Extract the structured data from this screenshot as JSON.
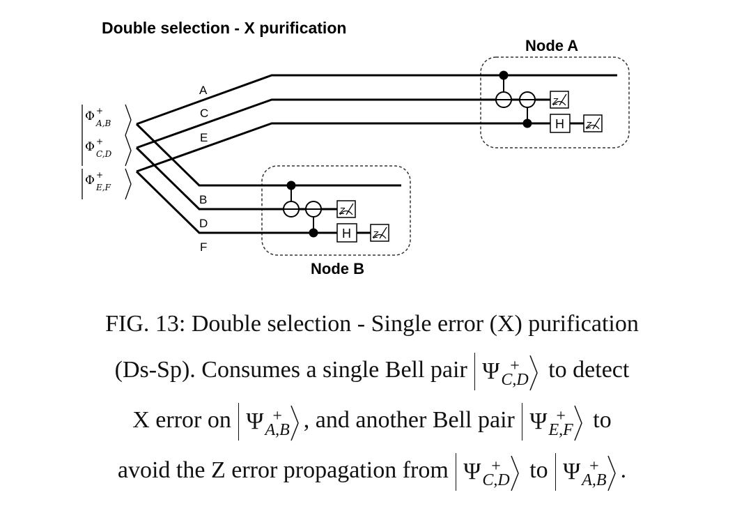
{
  "diagram": {
    "title": "Double selection -  X purification",
    "node_a_label": "Node A",
    "node_b_label": "Node B",
    "wire_labels": [
      "A",
      "C",
      "E",
      "B",
      "D",
      "F"
    ],
    "bell_pairs": [
      {
        "symbol": "Φ",
        "sup": "+",
        "sub": "A,B"
      },
      {
        "symbol": "Φ",
        "sup": "+",
        "sub": "C,D"
      },
      {
        "symbol": "Φ",
        "sup": "+",
        "sub": "E,F"
      }
    ],
    "gate_h": "H",
    "measure_basis": "Z"
  },
  "caption": {
    "line1": "FIG. 13: Double selection - Single error (X) purification",
    "line2_a": "(Ds-Sp). Consumes a single Bell pair",
    "line2_b": "to detect",
    "line3_a": "X error on",
    "line3_b": ", and another Bell pair",
    "line3_c": "to",
    "line4_a": "avoid the Z error propagation from",
    "line4_b": "to",
    "line4_c": ".",
    "psi_symbol": "Ψ",
    "psi_sup": "+",
    "ket_cd": "C,D",
    "ket_ab": "A,B",
    "ket_ef": "E,F"
  }
}
